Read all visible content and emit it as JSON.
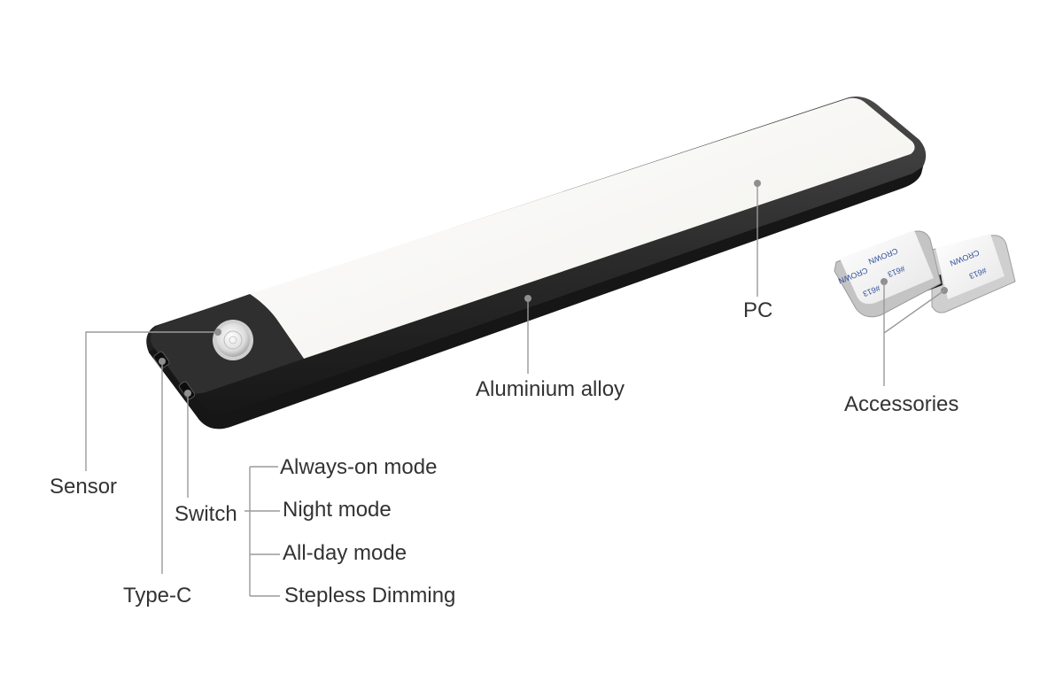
{
  "product_parts": {
    "pc": "PC",
    "aluminium_alloy": "Aluminium alloy",
    "accessories": "Accessories",
    "sensor": "Sensor",
    "switch": "Switch",
    "type_c": "Type-C"
  },
  "switch_modes": [
    "Always-on mode",
    "Night mode",
    "All-day mode",
    "Stepless Dimming"
  ],
  "accessory_pad_print": [
    "CROWN",
    "#613"
  ],
  "colors": {
    "housing": "#2b2b2b",
    "diffuser": "#f7f6f4",
    "leader_line": "#9a9a9a",
    "text": "#333333"
  }
}
